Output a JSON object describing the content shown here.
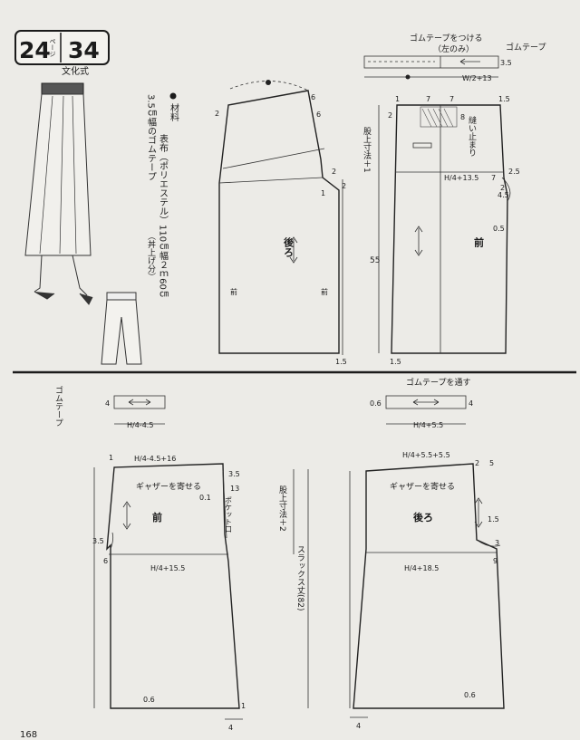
{
  "header": {
    "page_number": "24",
    "page_unit": "ページ",
    "item_number": "34",
    "publisher": "文化式"
  },
  "materials": {
    "title": "材料",
    "line1": "表布（ポリエステル）110㎝幅２ｍ60㎝",
    "line2": "3.5㎝幅のゴムテープ",
    "note": "（丼上げ分）"
  },
  "top_band": {
    "note_line1": "ゴムテープをつける",
    "note_line2": "（左のみ）",
    "tape_label": "ゴムテープ",
    "height": "3.5",
    "length_formula": "W/2+13"
  },
  "top_back": {
    "label": "後ろ",
    "side_label": "前",
    "dims": {
      "top_left": "2",
      "top_right": "6",
      "upper_right": "6",
      "hip_a": "2",
      "hip_b": "2",
      "side": "1",
      "hem": "1.5"
    }
  },
  "top_front": {
    "label": "前",
    "stitch_label": "縫い止まり",
    "rise_label": "股上寸法＋1",
    "length": "55",
    "hip_formula": "H/4+13.5",
    "dims": {
      "d7a": "7",
      "d7b": "7",
      "d2": "2",
      "d1": "1",
      "d15": "1.5",
      "d8": "8",
      "d25": "2.5",
      "d45": "4.5",
      "d05": "0.5",
      "d7c": "7",
      "d2b": "2",
      "hem": "1.5"
    }
  },
  "bottom_left_tape": {
    "side_label": "ゴムテープ",
    "height": "4",
    "formula": "H/4-4.5"
  },
  "bottom_right_tape": {
    "note": "ゴムテープを通す",
    "left_dim": "0.6",
    "height": "4",
    "formula": "H/4+5.5"
  },
  "front_piece": {
    "waist_formula": "H/4-4.5+16",
    "gather_label": "ギャザーを寄せる",
    "label": "前",
    "pocket_label": "ポケット口",
    "hip_formula": "H/4+15.5",
    "dims": {
      "top_left": "1",
      "right_top": "3.5",
      "pocket_len": "13",
      "pocket_off": "0.1",
      "crotch_a": "3.5",
      "crotch_b": "6",
      "hem_inset": "0.6",
      "hem_right": "1",
      "hem_width": "4"
    }
  },
  "center": {
    "rise_label": "股上寸法＋2",
    "length_label": "スラックス丈(82)"
  },
  "back_piece": {
    "waist_formula": "H/4+5.5+5.5",
    "gather_label": "ギャザーを寄せる",
    "label": "後ろ",
    "hip_formula": "H/4+18.5",
    "dims": {
      "top_right": "2",
      "top_right_b": "5",
      "side": "1.5",
      "crotch_a": "3",
      "crotch_b": "9",
      "hem_inset": "0.6",
      "hem_width": "4"
    }
  },
  "footer": {
    "page": "168"
  }
}
